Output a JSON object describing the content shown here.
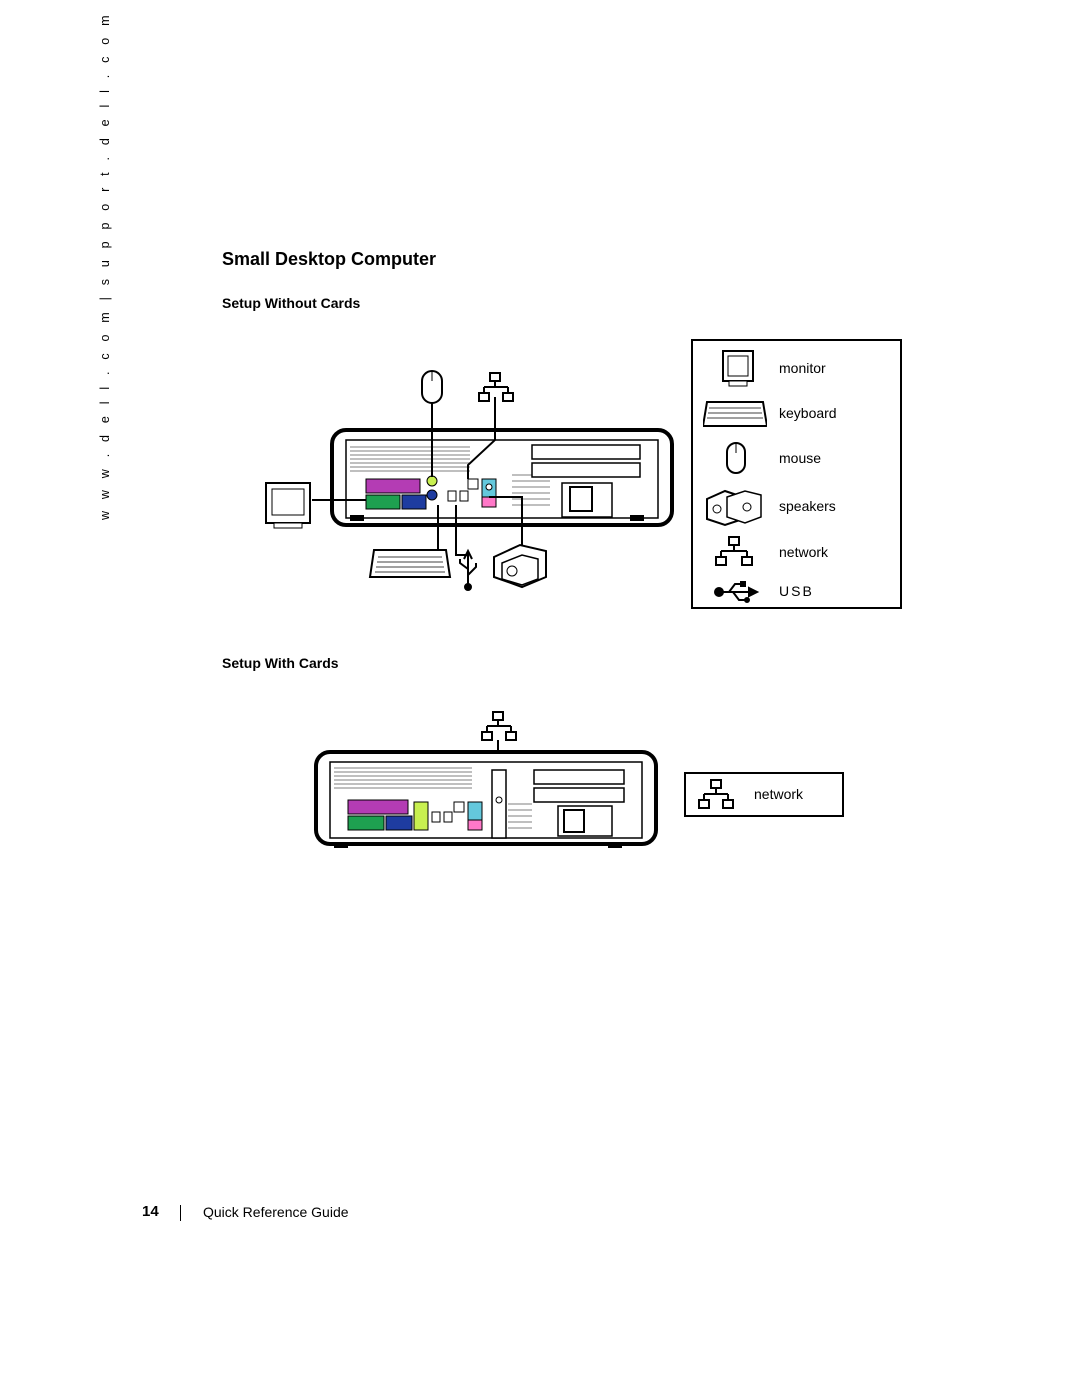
{
  "sidebar": {
    "url_text": "w w w . d e l l . c o m  |  s u p p o r t . d e l l . c o m"
  },
  "page": {
    "title": "Small Desktop Computer",
    "section_without_cards": "Setup Without Cards",
    "section_with_cards": "Setup With Cards"
  },
  "legend": {
    "items": [
      {
        "icon": "monitor-icon",
        "label": "monitor"
      },
      {
        "icon": "keyboard-icon",
        "label": "keyboard"
      },
      {
        "icon": "mouse-icon",
        "label": "mouse"
      },
      {
        "icon": "speakers-icon",
        "label": "speakers"
      },
      {
        "icon": "network-icon",
        "label": "network"
      },
      {
        "icon": "usb-icon",
        "label": "USB"
      }
    ]
  },
  "legend_with_cards": {
    "icon": "network-icon",
    "label": "network"
  },
  "footer": {
    "page_number": "14",
    "guide_title": "Quick Reference Guide"
  },
  "colors": {
    "port_purple": "#b43cb4",
    "port_green": "#1ea050",
    "port_blue": "#1e3ca0",
    "port_pink": "#ff78c8",
    "port_lime": "#c8f050",
    "port_cyan": "#64c8dc"
  }
}
